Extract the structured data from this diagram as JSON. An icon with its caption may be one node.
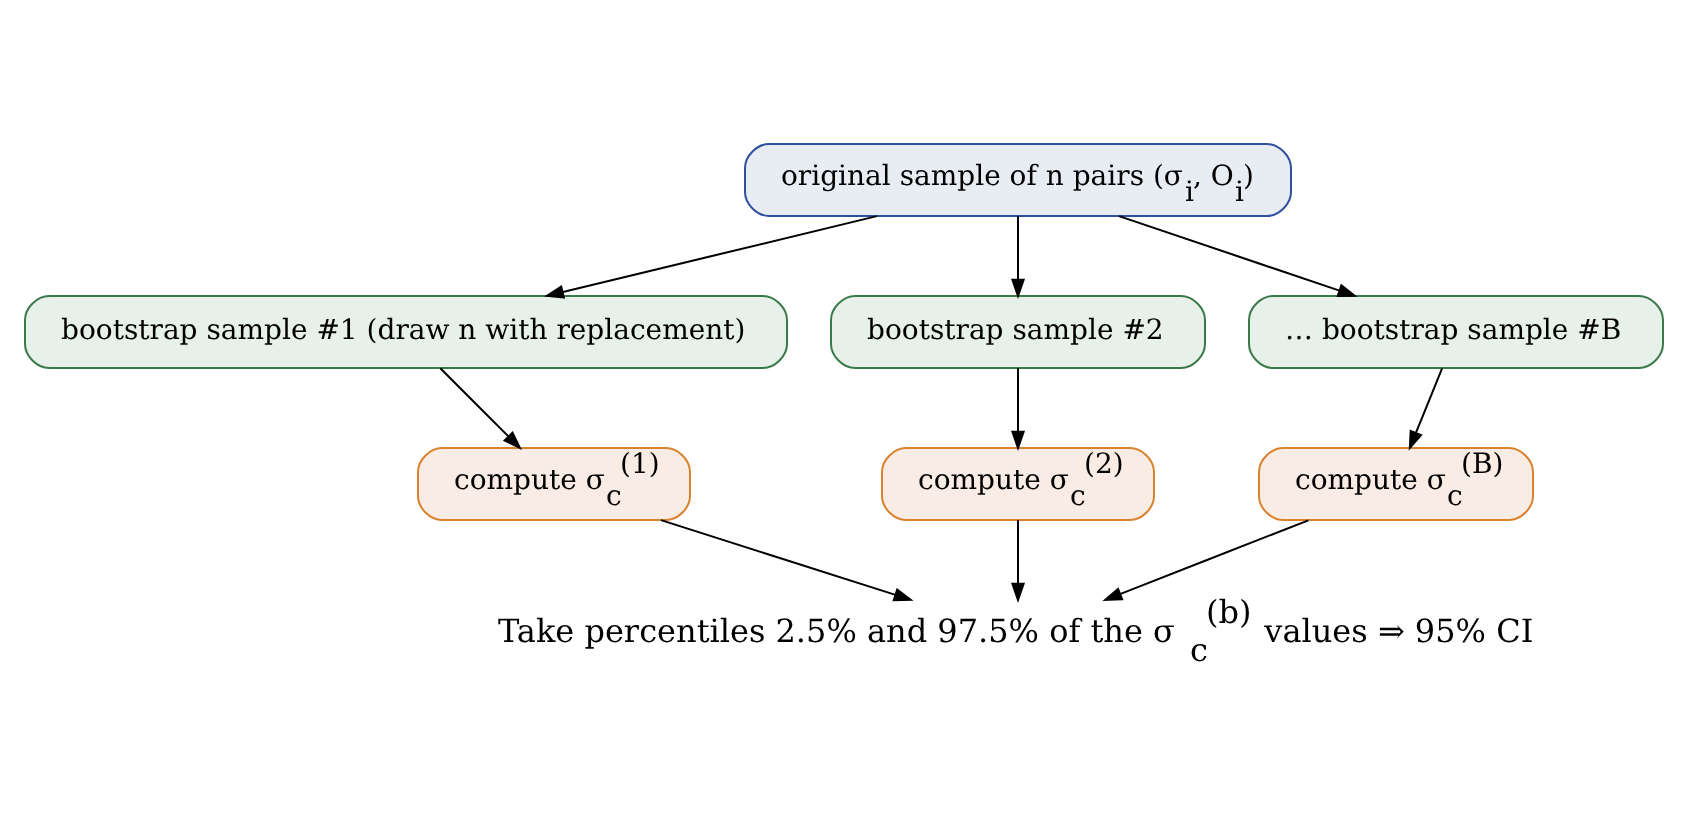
{
  "diagram": {
    "nodes": [
      {
        "text": [
          "original sample of n pairs (σ$_{i}$, O$_{i}$)"
        ]
      },
      {
        "text": [
          "bootstrap sample #1 (draw n with replacement)"
        ]
      },
      {
        "text": [
          "bootstrap sample #2"
        ]
      },
      {
        "text": [
          "… bootstrap sample #B"
        ]
      },
      {
        "text": [
          "compute σ$_{c}$$^{(1)}$"
        ]
      },
      {
        "text": [
          "compute σ$_{c}$$^{(2)}$"
        ]
      },
      {
        "text": [
          "compute σ$_{c}$$^{(B)}$"
        ]
      },
      {
        "text": [
          "Take percentiles 2.5% and 97.5% of the σ$_{c}$$^{(b)}$ values ⇒ 95% CI"
        ]
      }
    ],
    "edges": [
      {
        "from": 0,
        "to": 1,
        "arrow": "to"
      },
      {
        "from": 0,
        "to": 2,
        "arrow": "to"
      },
      {
        "from": 0,
        "to": 3,
        "arrow": "to"
      },
      {
        "from": 1,
        "to": 4,
        "arrow": "to"
      },
      {
        "from": 2,
        "to": 5,
        "arrow": "to"
      },
      {
        "from": 3,
        "to": 6,
        "arrow": "to"
      },
      {
        "from": 4,
        "to": 7,
        "arrow": "to"
      },
      {
        "from": 5,
        "to": 7,
        "arrow": "to"
      },
      {
        "from": 6,
        "to": 7,
        "arrow": "to"
      }
    ]
  }
}
